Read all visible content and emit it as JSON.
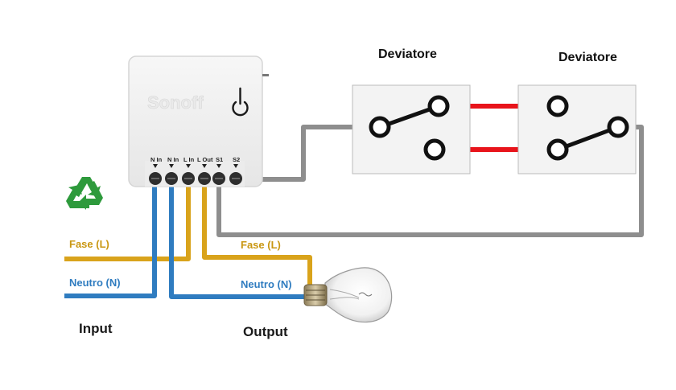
{
  "device": {
    "brand": "Sonoff",
    "terminals": [
      "N In",
      "N In",
      "L In",
      "L Out",
      "S1",
      "S2"
    ]
  },
  "switches": {
    "left_title": "Deviatore",
    "right_title": "Deviatore"
  },
  "labels": {
    "input_phase": "Fase (L)",
    "input_neutral": "Neutro (N)",
    "output_phase": "Fase (L)",
    "output_neutral": "Neutro (N)",
    "input": "Input",
    "output": "Output"
  },
  "colors": {
    "phase": "#d9a31b",
    "neutral": "#2f7cc0",
    "switch_wire": "#8e8e8e",
    "traveler": "#e8141b",
    "recycle": "#2e9a3c",
    "phase_text": "#c99712",
    "neutral_text": "#2f7cc0"
  },
  "icons": [
    "recycle-icon",
    "bulb-icon",
    "power-icon"
  ]
}
